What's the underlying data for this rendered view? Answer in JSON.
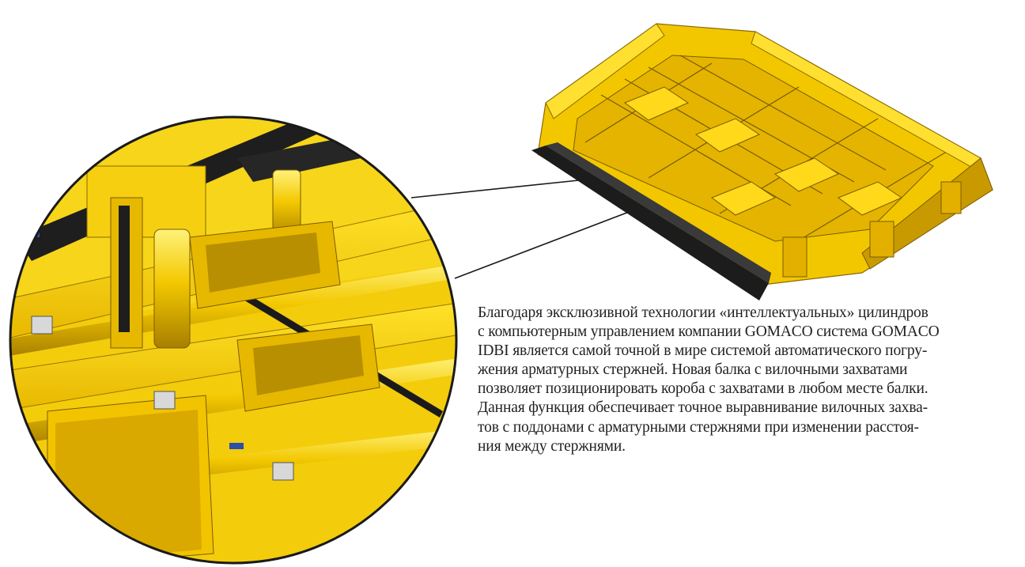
{
  "colors": {
    "machine_yellow": "#f5d10a",
    "machine_shadow": "#c79a00",
    "machine_dark": "#8a6a00",
    "rubber_black": "#1a1a1a",
    "caption_text": "#231f20"
  },
  "caption": {
    "lines": [
      "Благодаря эксклюзивной технологии «интеллектуальных» цилиндров",
      "с компьютерным управлением компании GOMACO система GOMACO",
      "IDBI является самой точной в мире системой автоматического погру-",
      "жения арматурных стержней. Новая балка с вилочными захватами",
      "позволяет позиционировать короба с захватами в любом месте балки.",
      "Данная функция обеспечивает точное выравнивание вилочных захва-",
      "тов с поддонами с арматурными стержнями при изменении расстоя-",
      "ния между стержнями."
    ]
  }
}
